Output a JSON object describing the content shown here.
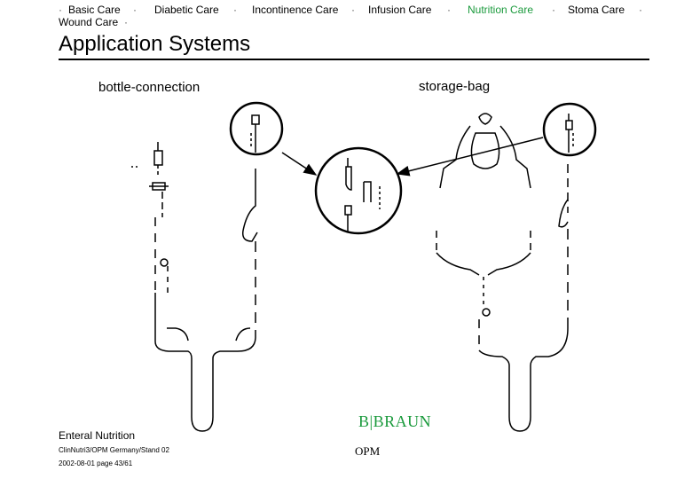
{
  "nav": {
    "dot": "·",
    "items": [
      {
        "label": "Basic Care"
      },
      {
        "label": "Diabetic Care"
      },
      {
        "label": "Incontinence Care"
      },
      {
        "label": "Infusion Care"
      },
      {
        "label": "Nutrition Care",
        "active": true
      },
      {
        "label": "Stoma Care"
      },
      {
        "label": "Wound Care"
      }
    ]
  },
  "page": {
    "title": "Application Systems"
  },
  "diagram": {
    "left_label": "bottle-connection",
    "right_label": "storage-bag"
  },
  "footer": {
    "section": "Enteral Nutrition",
    "source": "ClinNutri3/OPM Germany/Stand 02",
    "date_page": "2002-08-01   page 43/61",
    "brand": "B|BRAUN",
    "brand_sub": "OPM"
  },
  "colors": {
    "accent": "#1a9a3c",
    "text": "#000000",
    "background": "#ffffff"
  }
}
